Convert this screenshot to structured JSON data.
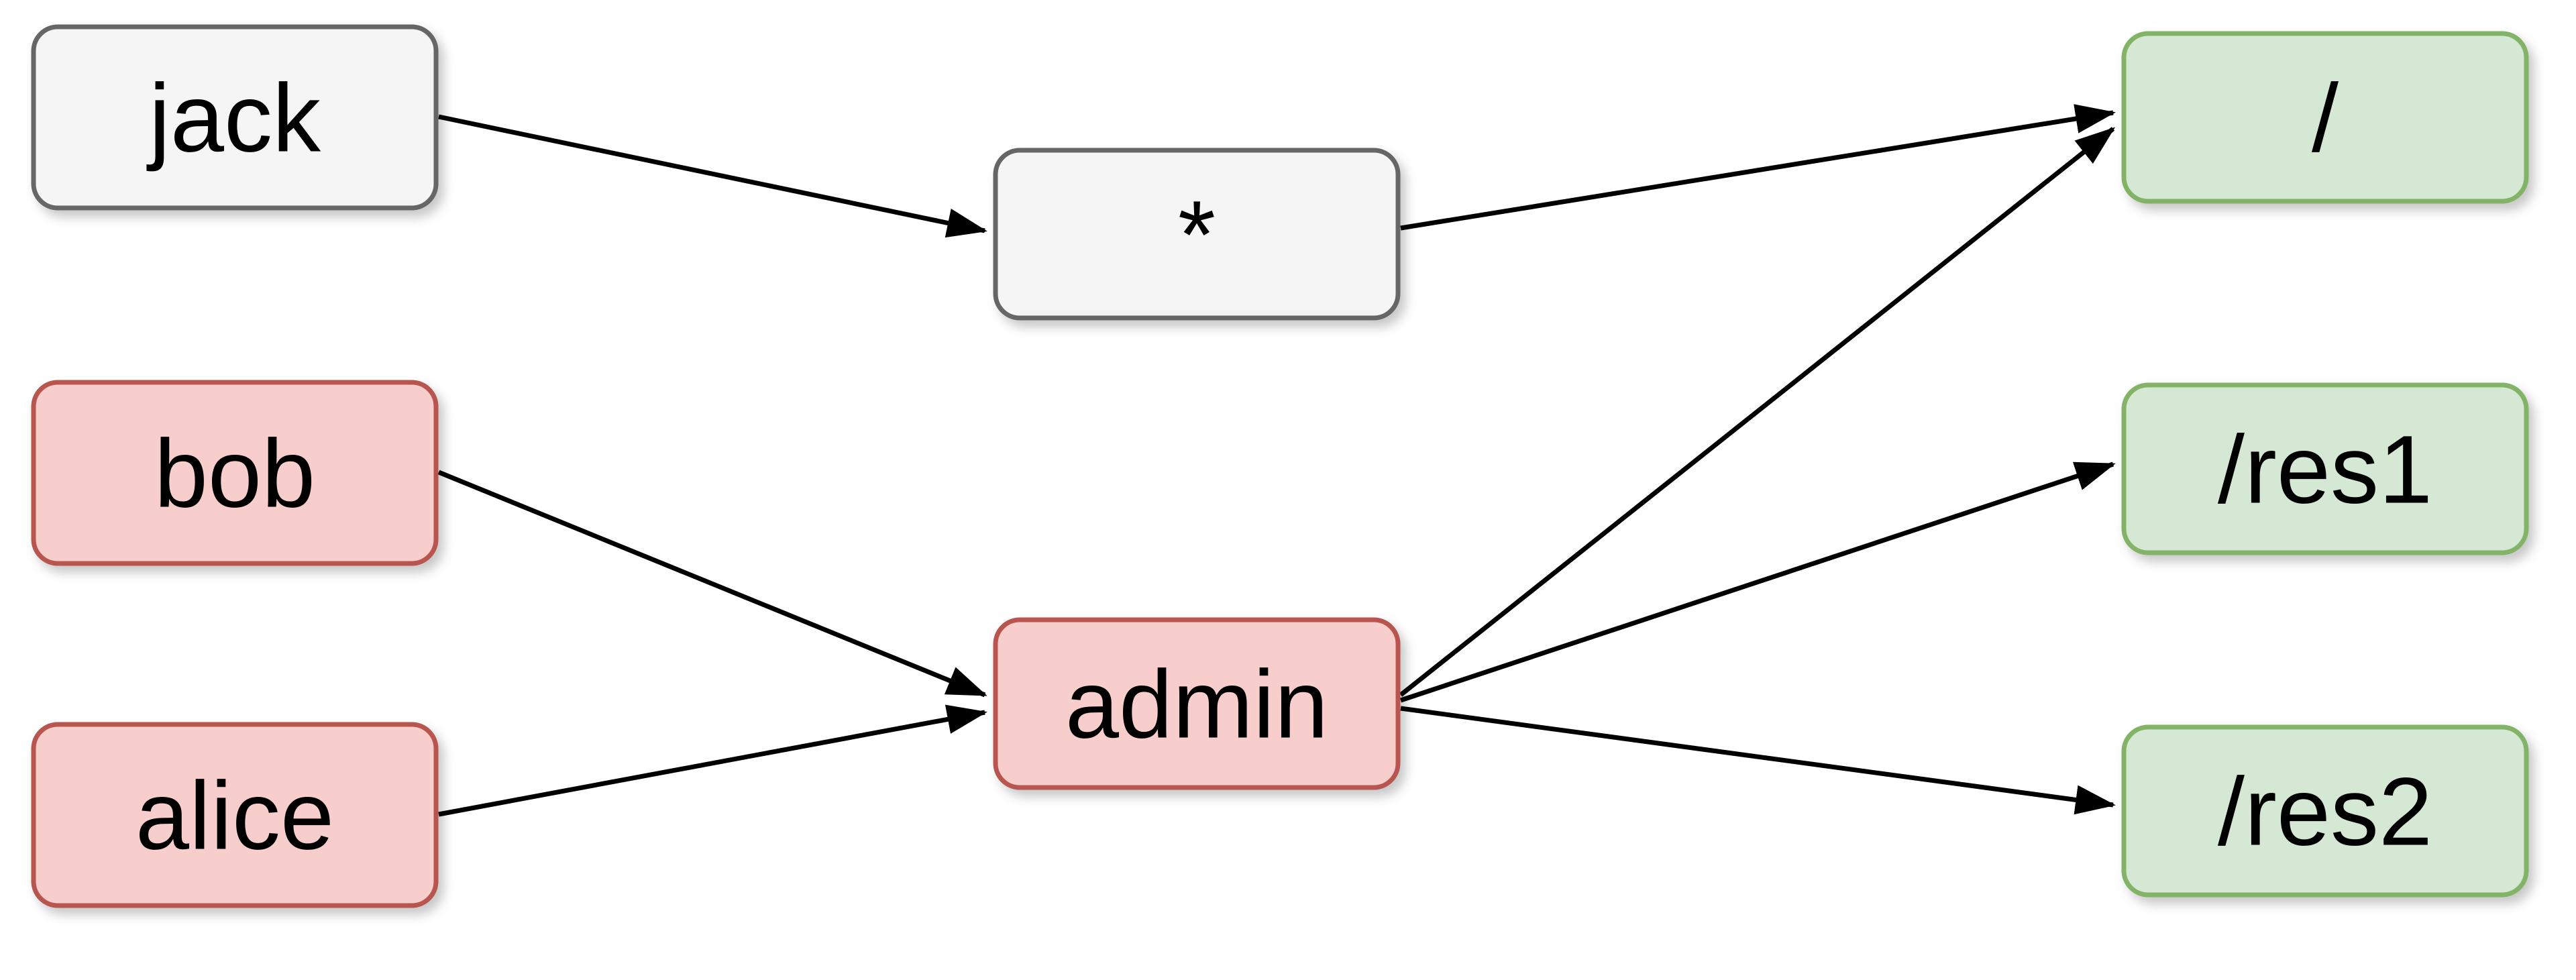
{
  "diagram": {
    "type": "access-control-graph",
    "nodes": [
      {
        "id": "jack",
        "label": "jack",
        "kind": "user",
        "color": "gray"
      },
      {
        "id": "bob",
        "label": "bob",
        "kind": "user",
        "color": "red"
      },
      {
        "id": "alice",
        "label": "alice",
        "kind": "user",
        "color": "red"
      },
      {
        "id": "star",
        "label": "*",
        "kind": "role",
        "color": "gray"
      },
      {
        "id": "admin",
        "label": "admin",
        "kind": "role",
        "color": "red"
      },
      {
        "id": "root",
        "label": "/",
        "kind": "resource",
        "color": "green"
      },
      {
        "id": "res1",
        "label": "/res1",
        "kind": "resource",
        "color": "green"
      },
      {
        "id": "res2",
        "label": "/res2",
        "kind": "resource",
        "color": "green"
      }
    ],
    "edges": [
      {
        "from": "jack",
        "to": "*"
      },
      {
        "from": "*",
        "to": "/"
      },
      {
        "from": "bob",
        "to": "admin"
      },
      {
        "from": "alice",
        "to": "admin"
      },
      {
        "from": "admin",
        "to": "/"
      },
      {
        "from": "admin",
        "to": "/res1"
      },
      {
        "from": "admin",
        "to": "/res2"
      }
    ],
    "colors": {
      "neutral_fill": "#F5F5F5",
      "neutral_stroke": "#666666",
      "red_fill": "#F8CECC",
      "red_stroke": "#B85450",
      "green_fill": "#D5E8D4",
      "green_stroke": "#82B366",
      "edge": "#000000",
      "background": "#FFFFFF"
    }
  }
}
